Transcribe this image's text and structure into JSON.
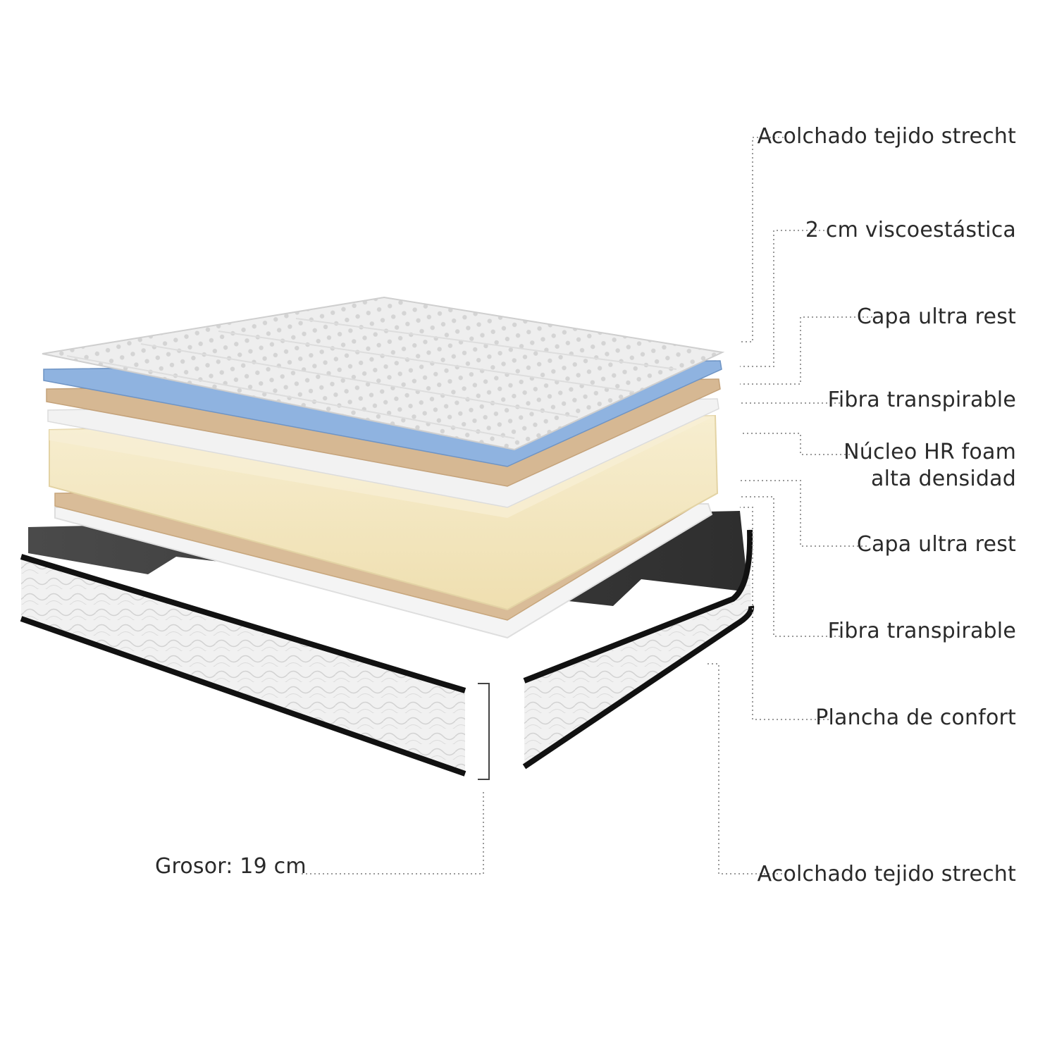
{
  "labels": {
    "top_cover": "Acolchado tejido strecht",
    "visco": "2 cm viscoestástica",
    "ultra_rest_top": "Capa ultra rest",
    "fiber_top": "Fibra transpirable",
    "core_line1": "Núcleo HR foam",
    "core_line2": "alta densidad",
    "ultra_rest_bottom": "Capa ultra rest",
    "fiber_bottom": "Fibra transpirable",
    "comfort_sheet": "Plancha de confort",
    "bottom_cover": "Acolchado tejido strecht",
    "thickness": "Grosor: 19 cm"
  },
  "colors": {
    "text": "#2a2a2a",
    "leader": "#9a9a9a",
    "quilt": "#ececec",
    "visco": "#8fb3e0",
    "fiber": "#d6b893",
    "white_layer": "#f2f2f2",
    "core": "#f6ecc6",
    "base_dark": "#3a3a3a",
    "border_black": "#111111"
  }
}
